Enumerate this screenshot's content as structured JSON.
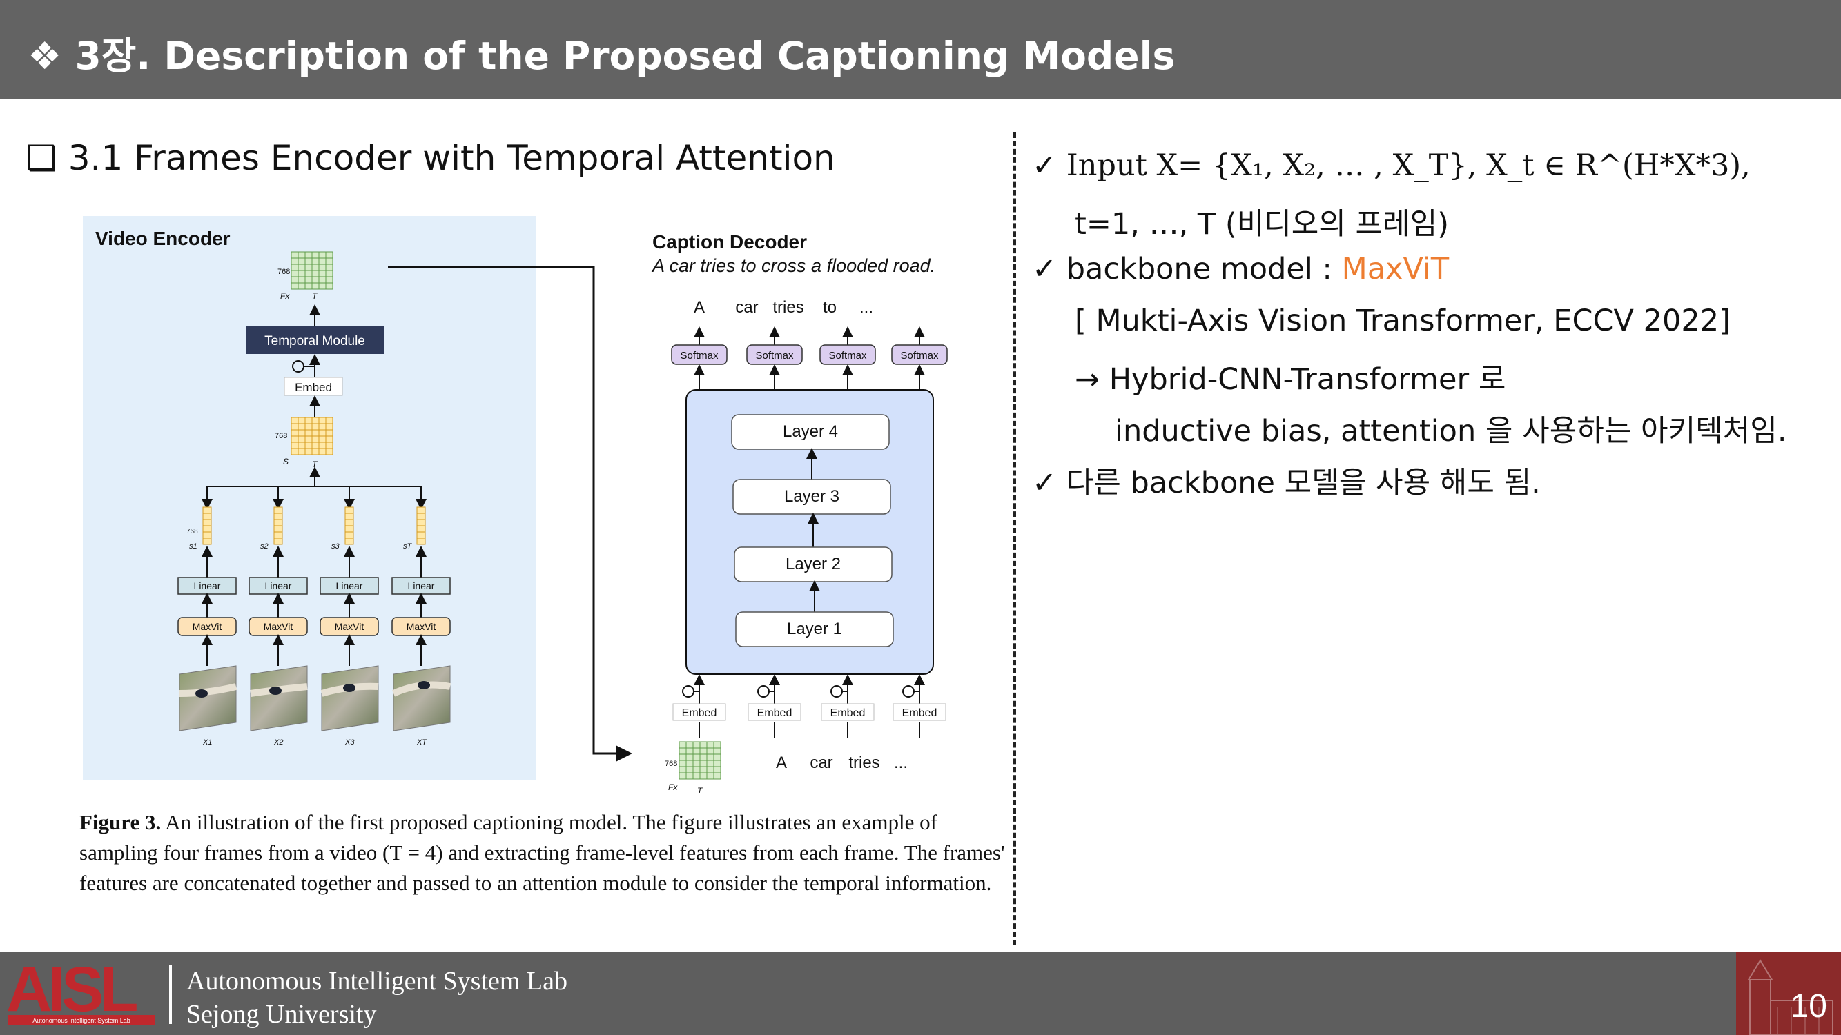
{
  "header": {
    "bullet": "❖",
    "title": "3장. Description of the Proposed Captioning Models"
  },
  "section": {
    "checkbox": "❑",
    "title": "3.1 Frames Encoder with Temporal Attention"
  },
  "figure": {
    "encoder_title": "Video Encoder",
    "decoder_title": "Caption Decoder",
    "decoder_subtitle": "A car tries to cross a flooded road.",
    "temporal_module": "Temporal Module",
    "embed": "Embed",
    "dim": "768",
    "fx_label": "Fx",
    "t_label": "T",
    "s_label": "S",
    "linear": "Linear",
    "maxvit": "MaxVit",
    "softmax": "Softmax",
    "frame_labels": [
      "X1",
      "X2",
      "X3",
      "XT"
    ],
    "s_labels": [
      "s1",
      "s2",
      "s3",
      "sT"
    ],
    "layers": [
      "Layer 4",
      "Layer 3",
      "Layer 2",
      "Layer 1"
    ],
    "out_words": [
      "A",
      "car",
      "tries",
      "to",
      "..."
    ],
    "in_words": [
      "A",
      "car",
      "tries",
      "..."
    ]
  },
  "caption": {
    "label": "Figure 3.",
    "text": "An illustration of the first proposed captioning model. The figure illustrates an example of sampling four frames from a video (T = 4) and extracting frame-level features from each frame. The frames' features are concatenated together and passed to an attention module to consider the temporal information."
  },
  "bullets": {
    "check": "✓",
    "input_line": "Input X= {X₁, X₂, … , X_T},   X_t ∈ R^(H*X*3),",
    "input_line2": "t=1, …, T (비디오의 프레임)",
    "backbone_label": "backbone model : ",
    "backbone_value": "MaxViT",
    "ref": "[ Mukti-Axis Vision Transformer, ECCV 2022]",
    "hybrid": "→ Hybrid-CNN-Transformer 로",
    "inductive": "inductive bias, attention 을 사용하는 아키텍처임.",
    "other": "다른 backbone 모델을 사용 해도 됨."
  },
  "footer": {
    "lab": "Autonomous Intelligent System Lab",
    "university": "Sejong University",
    "logo": "AISL",
    "logo_sub": "Autonomous Intelligent System Lab",
    "page": "10"
  },
  "colors": {
    "header": "#636363",
    "footer": "#5e5e5e",
    "accent": "#ed7d31",
    "encoder_bg": "#e3effa",
    "decoder_bg": "#d3e1fb",
    "page_box": "#8b2a2a"
  }
}
